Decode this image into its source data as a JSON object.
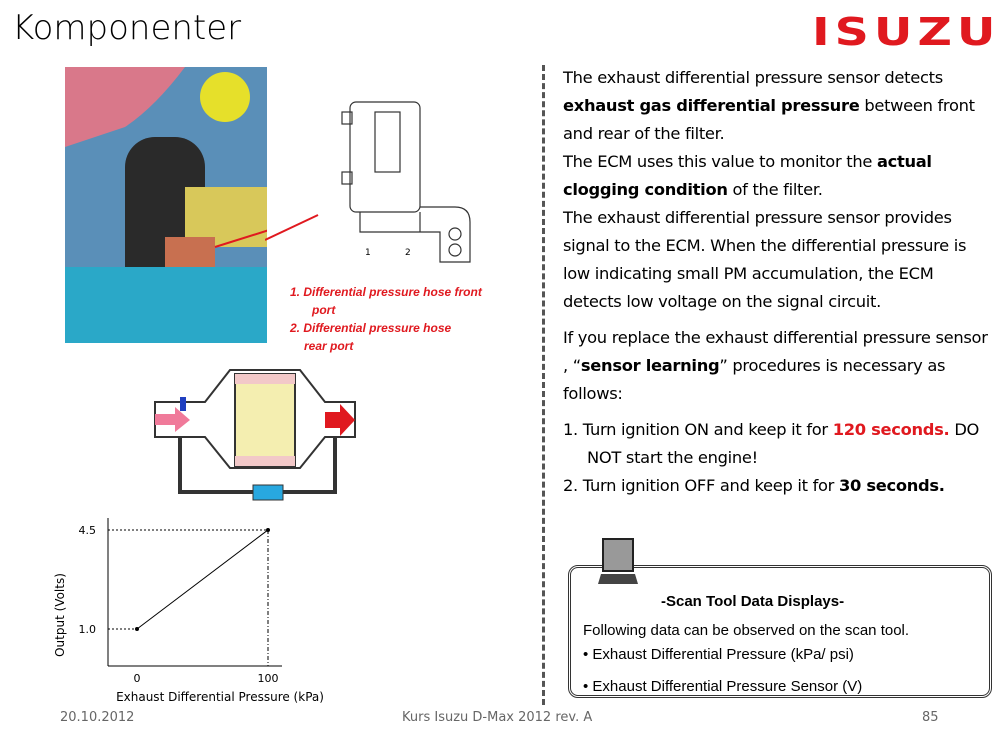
{
  "header": {
    "title": "Komponenter",
    "logo_text": "ISUZU"
  },
  "right": {
    "p1_a": "The exhaust differential pressure sensor detects ",
    "p1_b": "exhaust gas differential pressure",
    "p1_c": " between front and rear of the filter.",
    "p2_a": "The ECM uses this value to monitor the ",
    "p2_b": "actual clogging condition",
    "p2_c": " of the filter.",
    "p3": "The exhaust differential pressure sensor provides signal to the ECM. When the differential pressure is low indicating small PM accumulation, the ECM detects low voltage on the signal circuit.",
    "p4_a": "If you replace the exhaust differential pressure sensor , “",
    "p4_b": "sensor learning",
    "p4_c": "” procedures is necessary as follows:",
    "s1_a": "1.  Turn ignition ON and keep it for ",
    "s1_b": "120 seconds.",
    "s1_c": " DO NOT start the engine!",
    "s2_a": "2. Turn ignition OFF and keep it for ",
    "s2_b": "30 seconds."
  },
  "sensor_labels": {
    "n1": "1",
    "n2": "2",
    "l1": "1. Differential pressure hose front",
    "l1b": "port",
    "l2": "2. Differential pressure hose",
    "l2b": "rear port"
  },
  "scan": {
    "title": "-Scan Tool Data Displays-",
    "intro": "Following data can be observed on the scan tool.",
    "item1": "• Exhaust Differential Pressure (kPa/ psi)",
    "item2": "• Exhaust Differential Pressure Sensor (V)"
  },
  "chart_data": {
    "type": "line",
    "title": "",
    "xlabel": "Exhaust Differential Pressure (kPa)",
    "ylabel": "Output (Volts)",
    "x": [
      0,
      100
    ],
    "y": [
      1.0,
      4.5
    ],
    "xticks": [
      "0",
      "100"
    ],
    "yticks": [
      "1.0",
      "4.5"
    ],
    "grid": false
  },
  "footer": {
    "date": "20.10.2012",
    "center": "Kurs Isuzu D-Max 2012 rev. A",
    "page": "85"
  }
}
